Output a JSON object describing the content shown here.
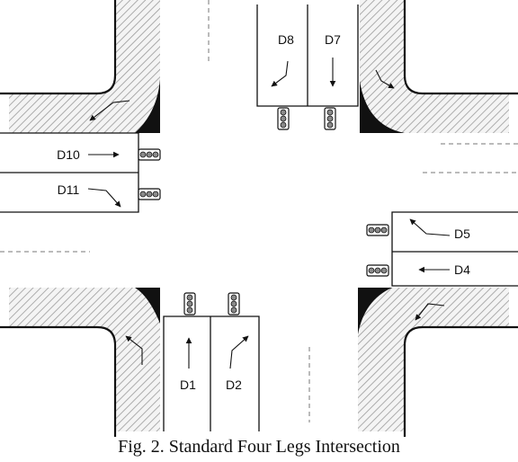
{
  "diagram": {
    "movements": {
      "d1": "D1",
      "d2": "D2",
      "d4": "D4",
      "d5": "D5",
      "d7": "D7",
      "d8": "D8",
      "d10": "D10",
      "d11": "D11"
    },
    "caption": "Fig. 2. Standard Four Legs Intersection"
  }
}
